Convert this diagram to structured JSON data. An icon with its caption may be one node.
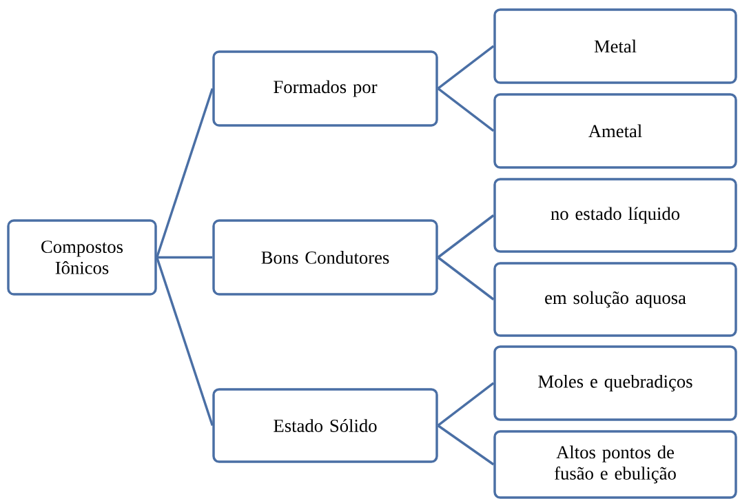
{
  "diagram": {
    "nodes": [
      {
        "text": [
          "Compostos Iônicos"
        ]
      },
      {
        "text": [
          "Formados por"
        ]
      },
      {
        "text": [
          "Bons Condutores"
        ]
      },
      {
        "text": [
          "Estado Sólido"
        ]
      },
      {
        "text": [
          "Metal"
        ]
      },
      {
        "text": [
          "Ametal"
        ]
      },
      {
        "text": [
          "no estado líquido"
        ]
      },
      {
        "text": [
          "em solução aquosa"
        ]
      },
      {
        "text": [
          "Moles e quebradiços"
        ]
      },
      {
        "text": [
          "Altos pontos de fusão e ebulição"
        ]
      }
    ],
    "edges": [
      {
        "from": 0,
        "to": 1,
        "arrow": "none"
      },
      {
        "from": 0,
        "to": 2,
        "arrow": "none"
      },
      {
        "from": 0,
        "to": 3,
        "arrow": "none"
      },
      {
        "from": 1,
        "to": 4,
        "arrow": "none"
      },
      {
        "from": 1,
        "to": 5,
        "arrow": "none"
      },
      {
        "from": 2,
        "to": 6,
        "arrow": "none"
      },
      {
        "from": 2,
        "to": 7,
        "arrow": "none"
      },
      {
        "from": 3,
        "to": 8,
        "arrow": "none"
      },
      {
        "from": 3,
        "to": 9,
        "arrow": "none"
      }
    ]
  }
}
